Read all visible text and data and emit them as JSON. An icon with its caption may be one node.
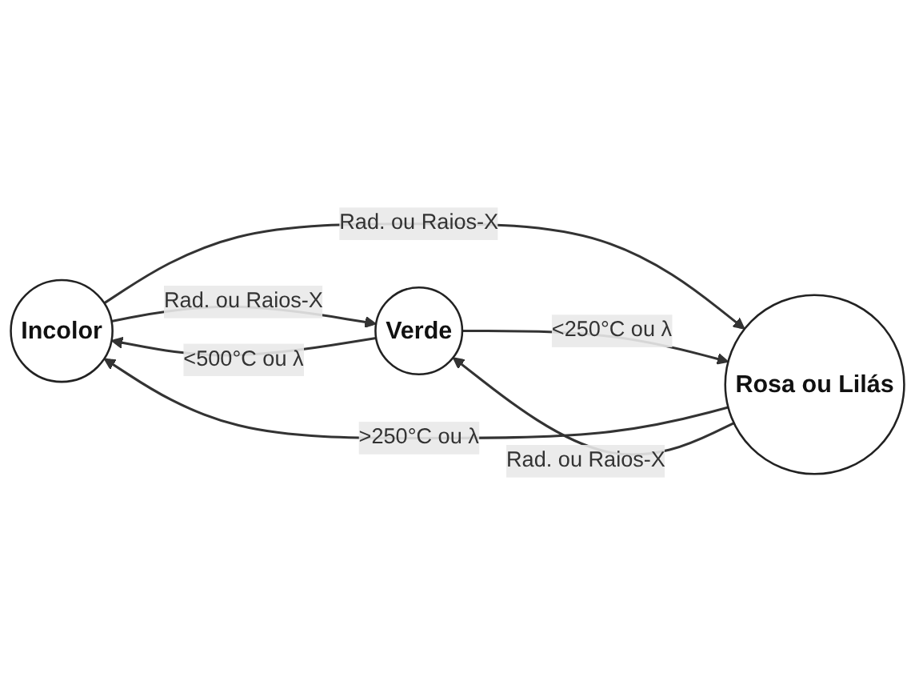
{
  "diagram": {
    "nodes": [
      {
        "text": [
          "Incolor"
        ]
      },
      {
        "text": [
          "Verde"
        ]
      },
      {
        "text": [
          "Rosa ou Lilás"
        ]
      }
    ],
    "edges": [
      {
        "from": 0,
        "to": 1,
        "arrow": "to",
        "label": "Rad. ou Raios-X"
      },
      {
        "from": 1,
        "to": 0,
        "arrow": "to",
        "label": "<500°C ou λ"
      },
      {
        "from": 2,
        "to": 0,
        "arrow": "to",
        "label": ">250°C ou λ"
      },
      {
        "from": 0,
        "to": 2,
        "arrow": "to",
        "label": "Rad. ou Raios-X"
      },
      {
        "from": 1,
        "to": 2,
        "arrow": "to",
        "label": "<250°C ou λ"
      },
      {
        "from": 2,
        "to": 1,
        "arrow": "to",
        "label": "Rad. ou Raios-X"
      }
    ]
  }
}
